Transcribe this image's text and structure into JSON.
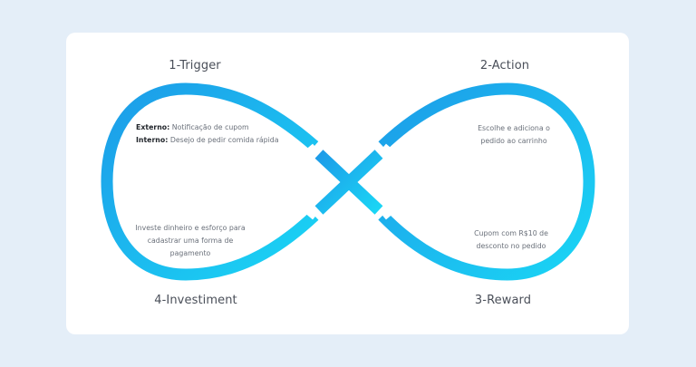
{
  "stages": {
    "trigger": "1-Trigger",
    "action": "2-Action",
    "reward": "3-Reward",
    "investment": "4-Investiment"
  },
  "trigger": {
    "external_label": "Externo:",
    "external_text": "Notificação de cupom",
    "internal_label": "Interno:",
    "internal_text": "Desejo de pedir comida rápida"
  },
  "action": {
    "line1": "Escolhe e adiciona o",
    "line2": "pedido ao carrinho"
  },
  "reward": {
    "line1": "Cupom com R$10 de",
    "line2": "desconto no pedido"
  },
  "investment": {
    "line1": "Investe dinheiro e esforço para",
    "line2": "cadastrar uma forma de",
    "line3": "pagamento"
  },
  "colors": {
    "background": "#e4eef8",
    "card": "#ffffff",
    "loop_start": "#1d9be8",
    "loop_end": "#1ad6f5"
  }
}
